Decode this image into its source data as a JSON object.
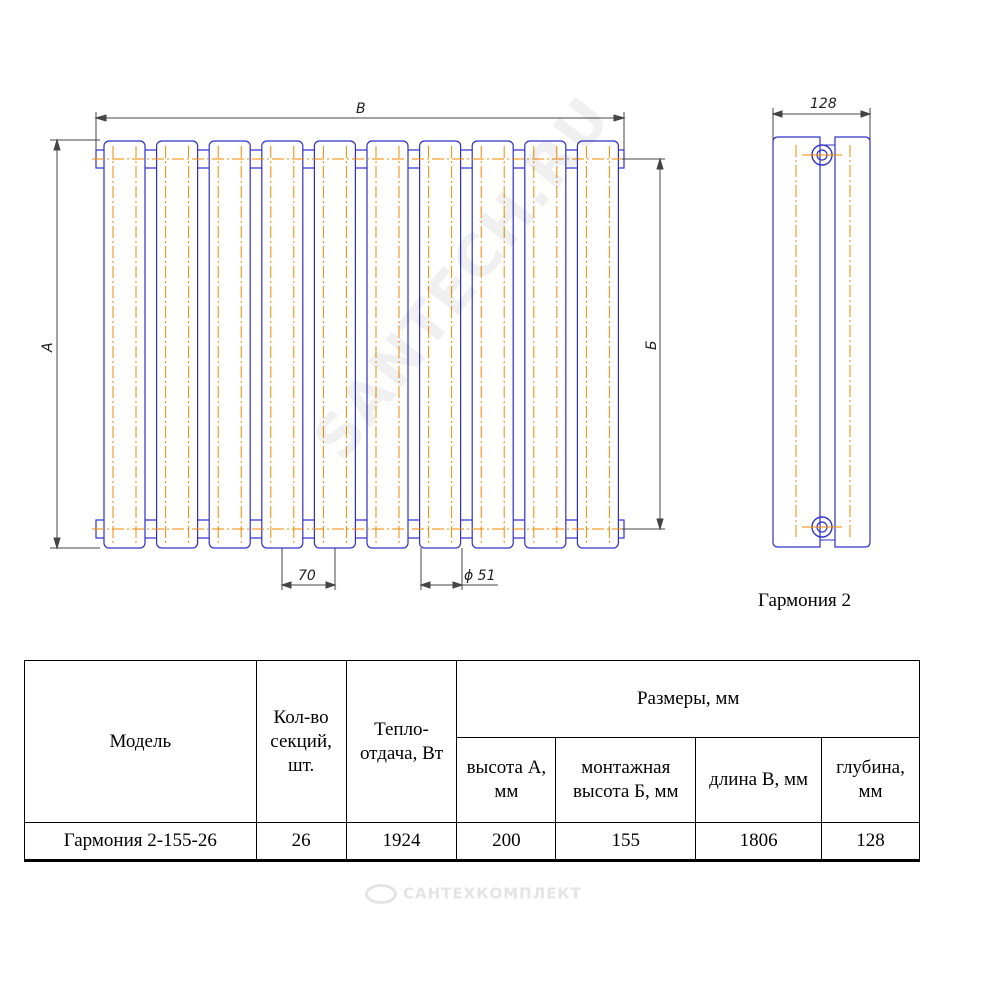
{
  "drawing": {
    "dimensions": {
      "width_label": "B",
      "height_label": "A",
      "mount_label": "Б",
      "depth_value": "128",
      "pitch_value": "70",
      "diameter_value": "ϕ 51"
    },
    "front_view_sections": 10,
    "caption": "Гармония 2",
    "colors": {
      "outline": "#3030c8",
      "centerline": "#f08a00",
      "dimension": "#444444"
    }
  },
  "table": {
    "headers": {
      "model": "Модель",
      "sections": "Кол-во секций, шт.",
      "heat": "Тепло-отдача, Вт",
      "dimensions_group": "Размеры, мм",
      "height_a": "высота А, мм",
      "mount_height": "монтажная высота Б, мм",
      "length_b": "длина В, мм",
      "depth": "глубина, мм"
    },
    "rows": [
      {
        "model": "Гармония 2-155-26",
        "sections": "26",
        "heat": "1924",
        "height_a": "200",
        "mount_height": "155",
        "length_b": "1806",
        "depth": "128"
      }
    ]
  },
  "branding": {
    "watermark": "SANTECH.RU",
    "footer": "САНТЕХКОМПЛЕКТ"
  }
}
